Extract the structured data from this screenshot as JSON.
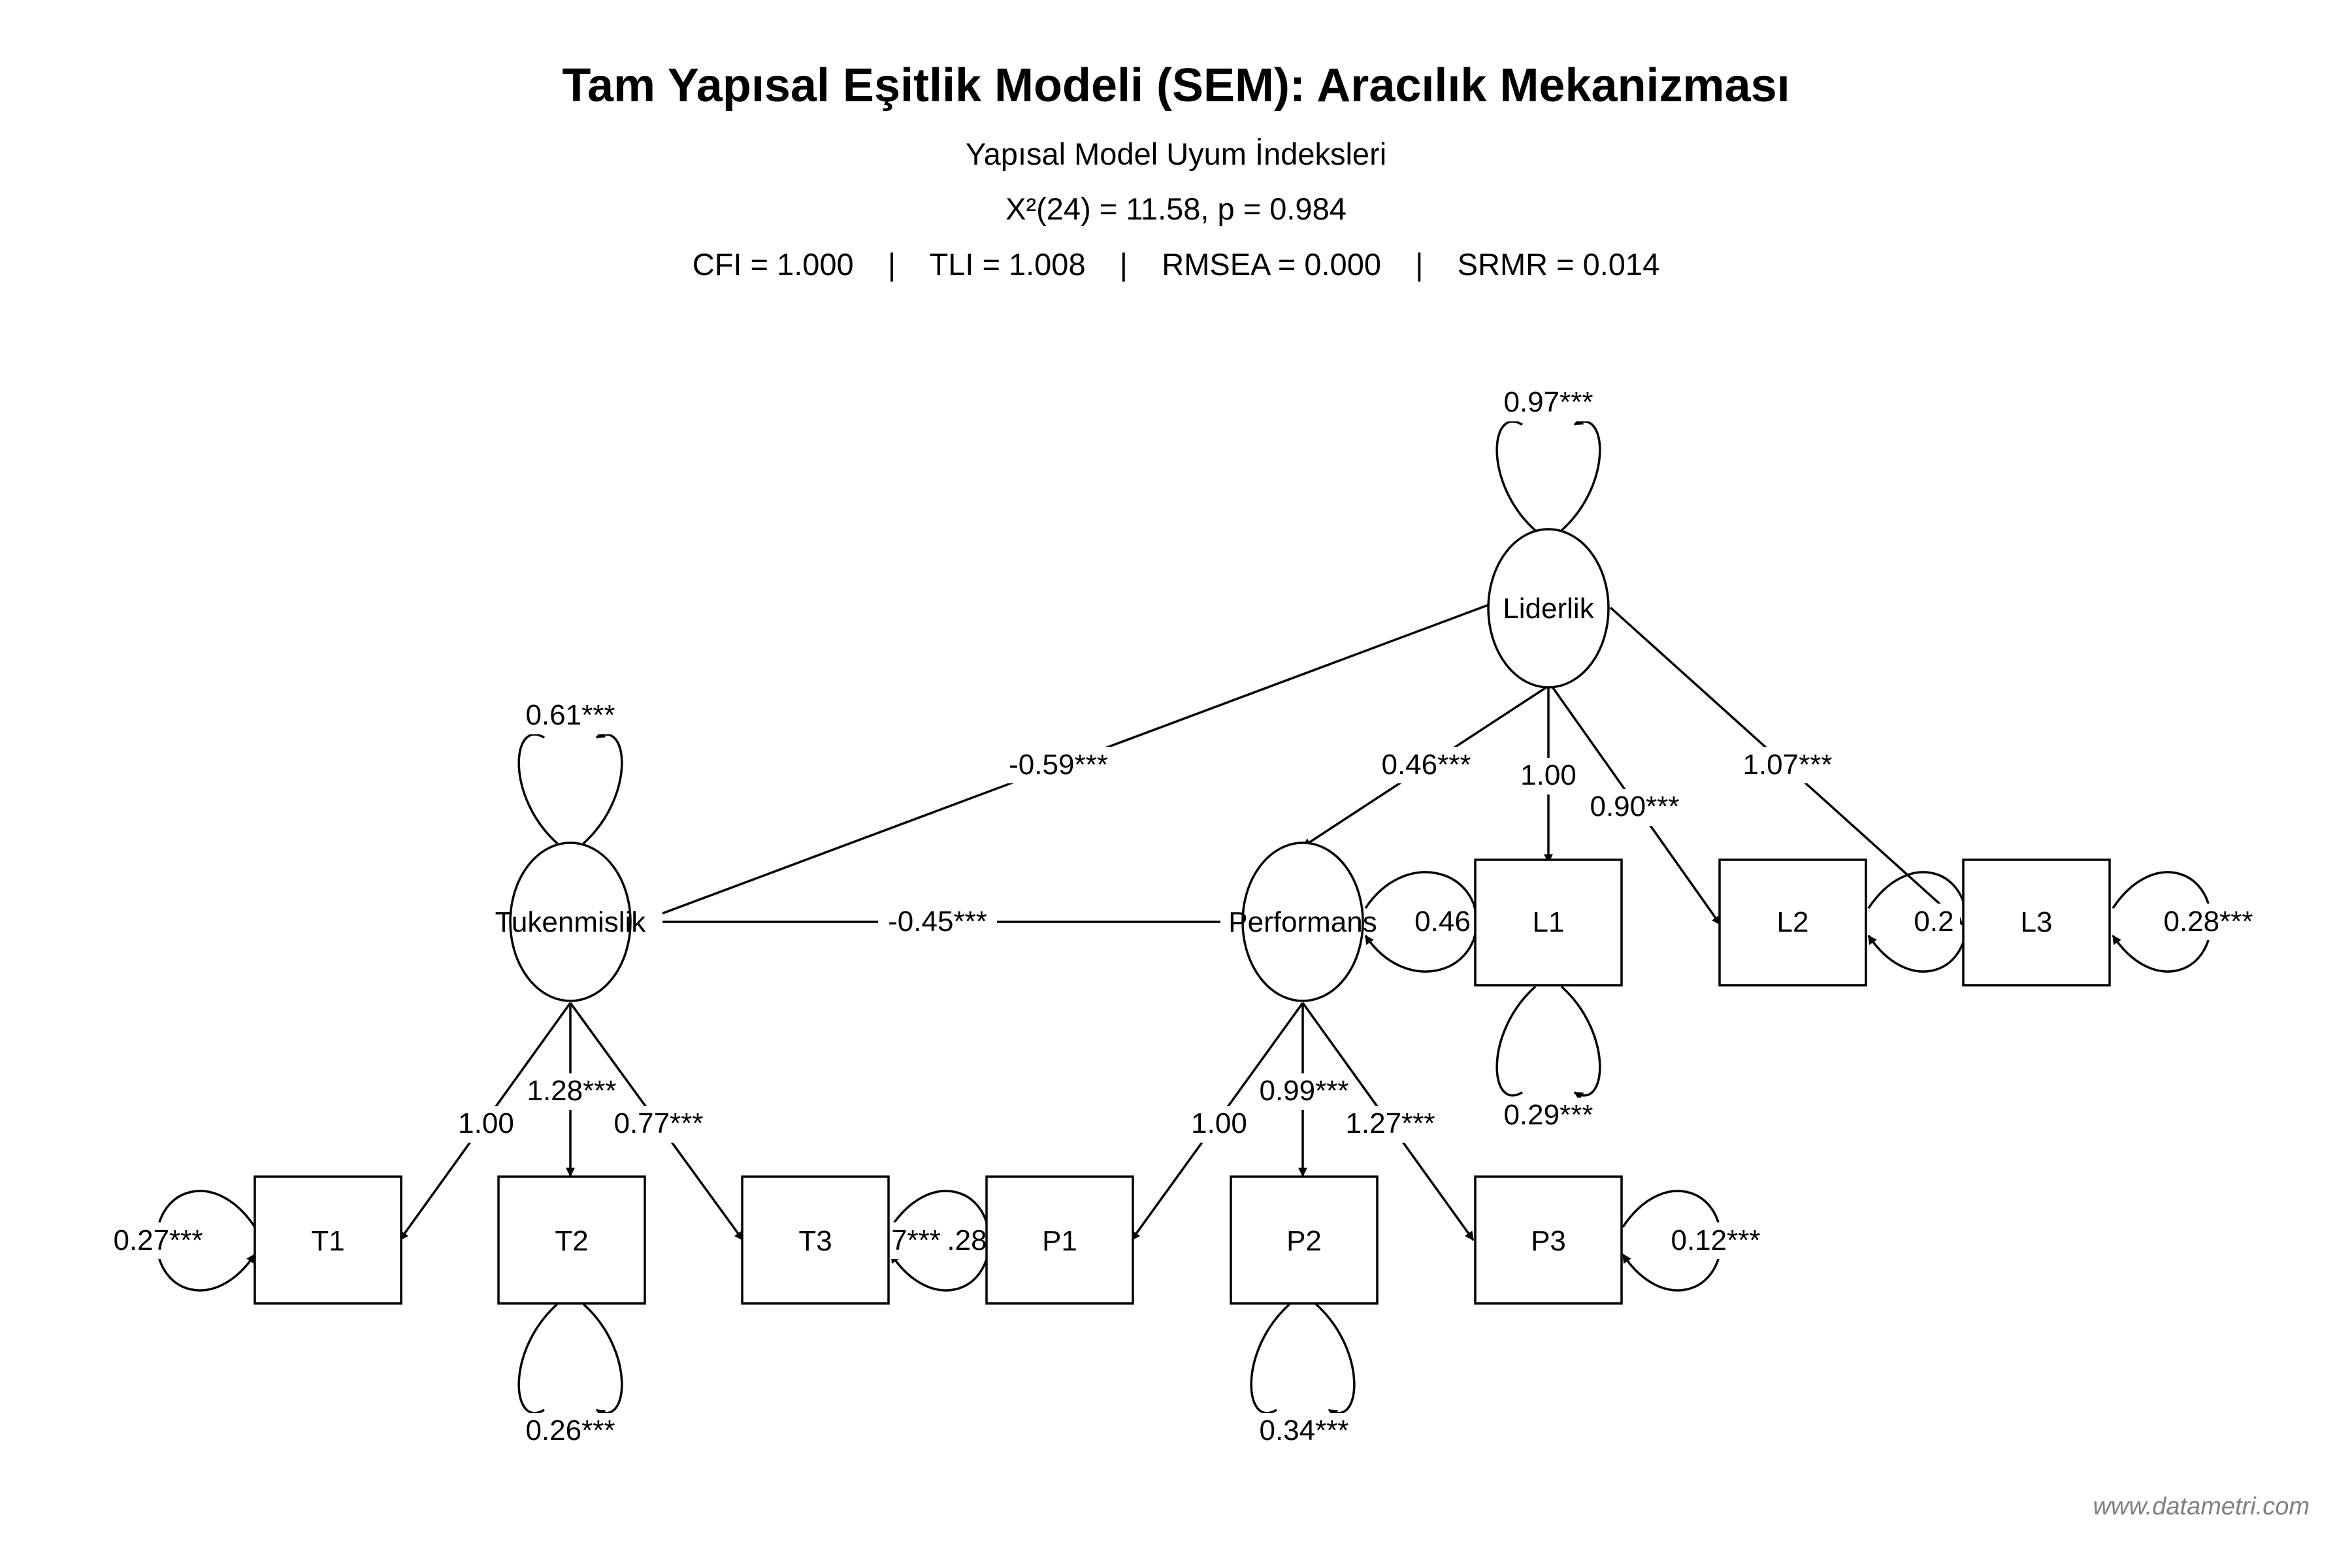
{
  "header": {
    "title": "Tam Yapısal Eşitlik Modeli (SEM): Aracılık Mekanizması",
    "subtitle": "Yapısal Model Uyum İndeksleri",
    "chi_square": "X²(24) = 11.58, p = 0.984",
    "fit_indices": "CFI = 1.000    |    TLI = 1.008    |    RMSEA = 0.000    |    SRMR = 0.014"
  },
  "nodes": {
    "latent": [
      "Liderlik",
      "Tukenmislik",
      "Performans"
    ],
    "observed": [
      "L1",
      "L2",
      "L3",
      "T1",
      "T2",
      "T3",
      "P1",
      "P2",
      "P3"
    ]
  },
  "paths": {
    "liderlik_tukenmislik": "-0.59***",
    "liderlik_performans": "0.46***",
    "tukenmislik_performans": "-0.45***"
  },
  "loadings": {
    "liderlik_l1": "1.00",
    "liderlik_l2": "0.90***",
    "liderlik_l3": "1.07***",
    "tukenmislik_t1": "1.00",
    "tukenmislik_t2": "1.28***",
    "tukenmislik_t3": "0.77***",
    "performans_p1": "1.00",
    "performans_p2": "0.99***",
    "performans_p3": "1.27***"
  },
  "variances": {
    "liderlik": "0.97***",
    "tukenmislik": "0.61***",
    "performans": "0.46",
    "l1": "0.29***",
    "l2": "0.2",
    "l3": "0.28***",
    "t1": "0.27***",
    "t2": "0.26***",
    "t3": "7***",
    "p1": ".28",
    "p2": "0.34***",
    "p3": "0.12***"
  },
  "watermark": "www.datametri.com"
}
